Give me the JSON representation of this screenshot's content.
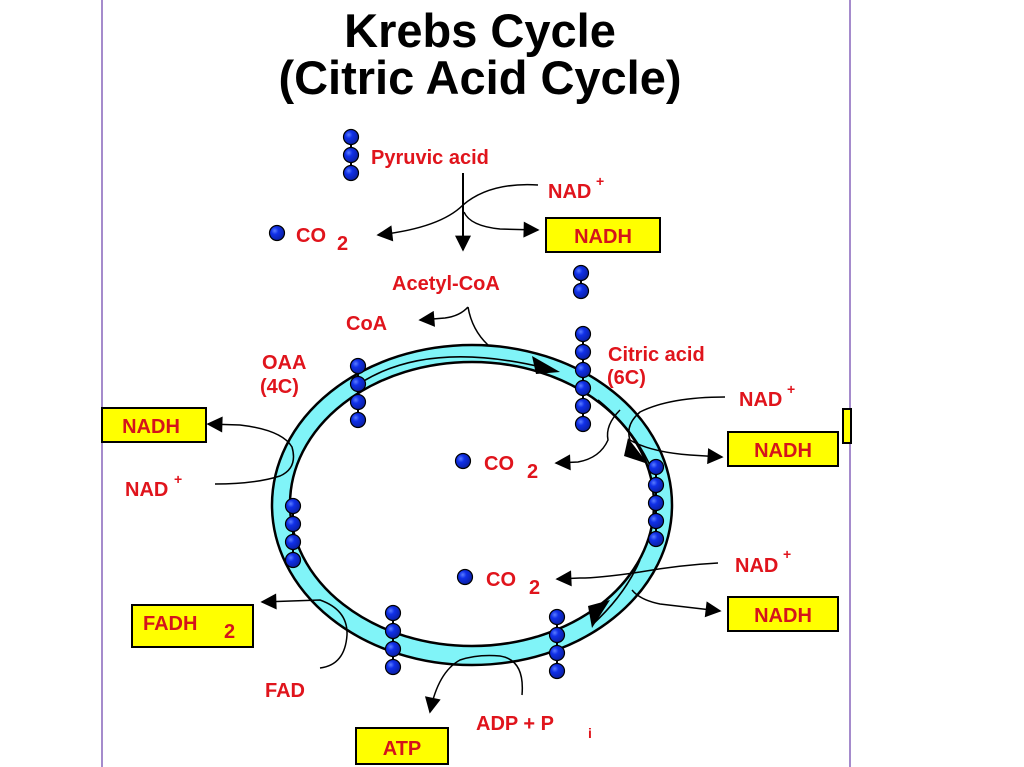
{
  "title": {
    "line1": "Krebs Cycle",
    "line2": "(Citric Acid Cycle)"
  },
  "colors": {
    "label_red": "#e0141c",
    "box_yellow": "#ffff00",
    "ring_cyan": "#80f4f8",
    "dot_blue": "#1030e8",
    "border_purple": "#a58bcc"
  },
  "labels": {
    "pyruvic_acid": "Pyruvic acid",
    "nad_top": "NAD",
    "nad_plus": "+",
    "co2_top": "CO",
    "co2_sub": "2",
    "acetyl_coa": "Acetyl-CoA",
    "coa": "CoA",
    "oaa": "OAA",
    "oaa_carbons": "(4C)",
    "citric_acid": "Citric acid",
    "citric_carbons": "(6C)",
    "nad_right_upper": "NAD",
    "co2_mid": "CO",
    "nad_left": "NAD",
    "nad_right_lower": "NAD",
    "co2_lower": "CO",
    "fad": "FAD",
    "adp_pi": "ADP + P",
    "pi_sub": "i"
  },
  "boxes": {
    "nadh_top": "NADH",
    "nadh_left": "NADH",
    "nadh_right_upper": "NADH",
    "nadh_right_lower": "NADH",
    "fadh2": "FADH",
    "fadh2_sub": "2",
    "atp": "ATP"
  },
  "carbon_counts": {
    "pyruvic_acid": 3,
    "acetyl_coa": 2,
    "citric_acid": 6,
    "oaa": 4
  }
}
